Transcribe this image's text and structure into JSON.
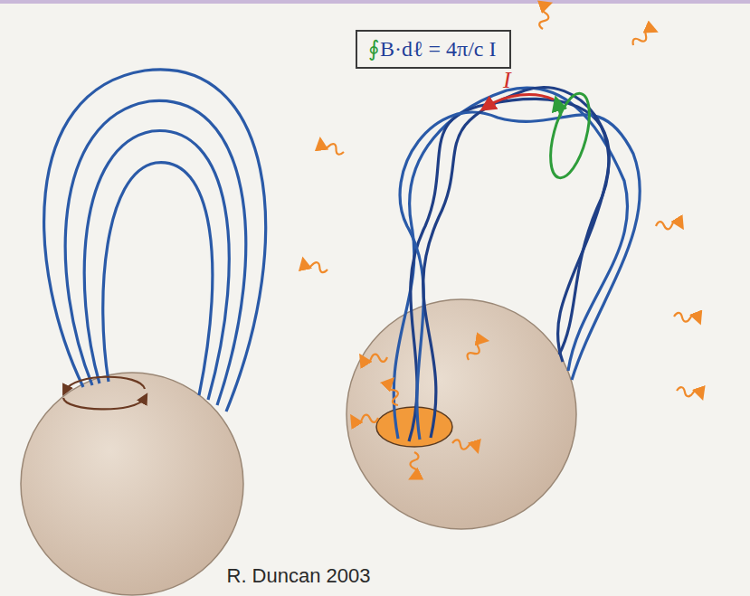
{
  "diagram": {
    "nodes": [
      {
        "text": [
          "∮B·dℓ = 4π/c I"
        ]
      }
    ],
    "labels": [
      "I",
      "R. Duncan 2003"
    ]
  }
}
